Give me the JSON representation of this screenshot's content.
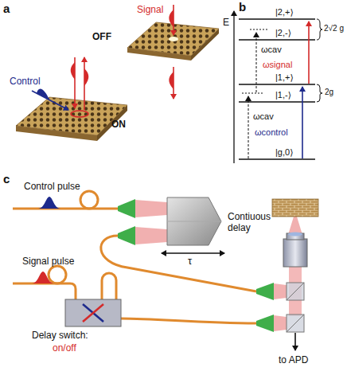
{
  "diagram": {
    "labels": [
      "a",
      "Signal",
      "OFF",
      "Control",
      "ON",
      "b",
      "E",
      "|2,+⟩",
      "|2,-⟩",
      "2√2 g",
      "ωcav",
      "ωsignal",
      "|1,+⟩",
      "|1,-⟩",
      "2g",
      "ωcav",
      "ωcontrol",
      "|g,0⟩",
      "c",
      "Control pulse",
      "Contiuous delay",
      "τ",
      "Signal pulse",
      "Delay switch:",
      "on/off",
      "to APD"
    ]
  }
}
